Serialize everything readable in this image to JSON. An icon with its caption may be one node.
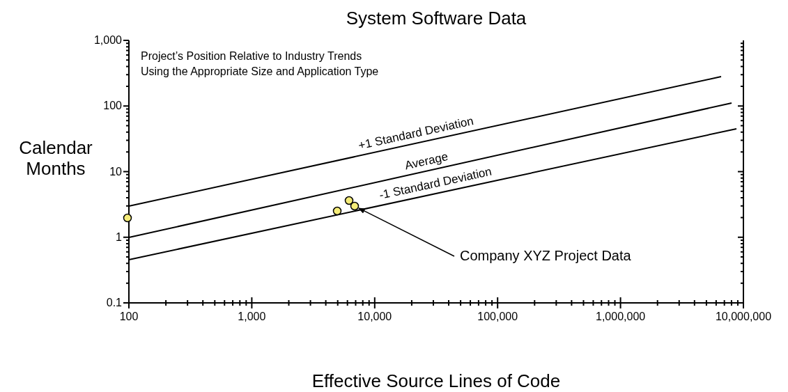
{
  "diagram": {
    "title": "System Software Data",
    "nodes": [
      {
        "text": [],
        "shape": "circle"
      },
      {
        "text": [],
        "shape": "circle"
      },
      {
        "text": [],
        "shape": "circle"
      },
      {
        "text": [],
        "shape": "circle"
      },
      {
        "text": [
          "Company XYZ Project Data"
        ]
      }
    ],
    "edges": [
      {
        "from": 4,
        "to": 3,
        "arrow": "to"
      }
    ],
    "labels": [
      "1,000",
      "Project’s Position Relative to Industry Trends Using the Appropriate Size and Application Type",
      "100",
      "+1 Standard Deviation",
      "Calendar Months",
      "10",
      "Average",
      "-1 Standard Deviation",
      "1",
      "0.1",
      "100",
      "1,000",
      "10,000",
      "100,000",
      "1,000,000",
      "10,000,000",
      "Effective Source Lines of Code"
    ]
  }
}
